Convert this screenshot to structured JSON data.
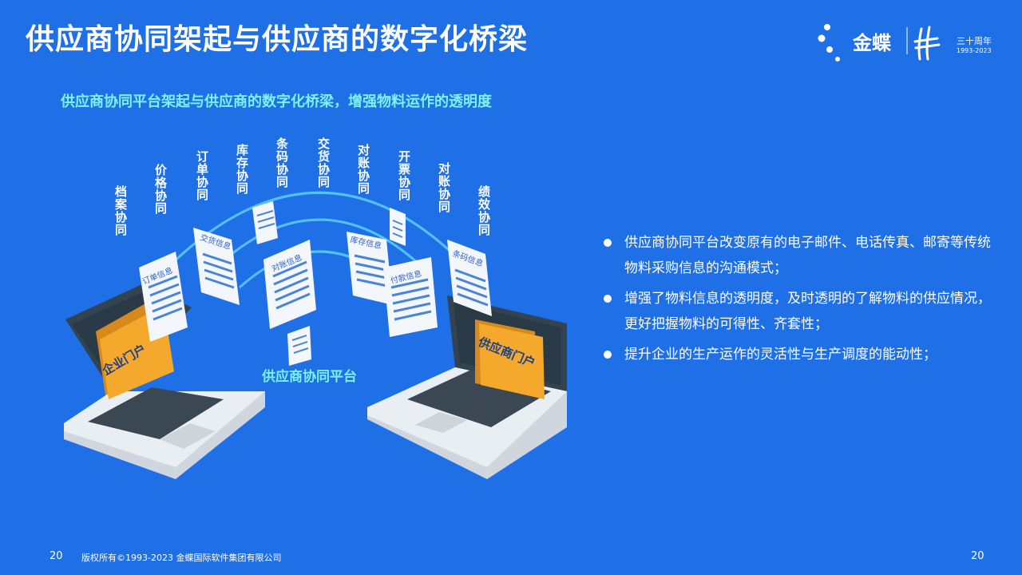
{
  "slide": {
    "title": "供应商协同架起与供应商的数字化桥梁",
    "subtitle": "供应商协同平台架起与供应商的数字化桥梁，增强物料运作的透明度",
    "logo": {
      "brand": "金蝶",
      "anniversary": "三十周年",
      "years": "1993-2023"
    },
    "illustration": {
      "labels": [
        "档案协同",
        "价格协同",
        "订单协同",
        "库存协同",
        "条码协同",
        "交货协同",
        "对账协同",
        "开票协同",
        "对账协同",
        "绩效协同"
      ],
      "docs": [
        "订单信息",
        "交货信息",
        "对账信息",
        "库存信息",
        "付款信息",
        "条码信息"
      ],
      "left_folder": "企业门户",
      "right_folder": "供应商门户",
      "platform": "供应商协同平台"
    },
    "bullets": [
      "供应商协同平台改变原有的电子邮件、电话传真、邮寄等传统物料采购信息的沟通模式；",
      "增强了物料信息的透明度，及时透明的了解物料的供应情况，更好把握物料的可得性、齐套性；",
      "提升企业的生产运作的灵活性与生产调度的能动性；"
    ],
    "footer": {
      "page_left": "20",
      "copyright": "版权所有©1993-2023 金蝶国际软件集团有限公司",
      "page_right": "20"
    }
  }
}
